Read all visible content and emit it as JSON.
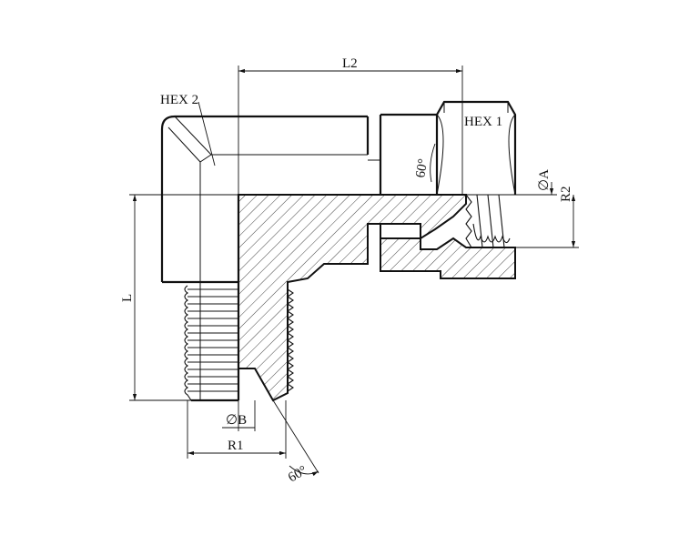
{
  "labels": {
    "l2": "L2",
    "hex2": "HEX 2",
    "hex1": "HEX 1",
    "angle_top": "60°",
    "phi_a": "∅A",
    "r2": "R2",
    "l": "L",
    "phi_b": "∅B",
    "r1": "R1",
    "angle_bottom": "60°"
  }
}
